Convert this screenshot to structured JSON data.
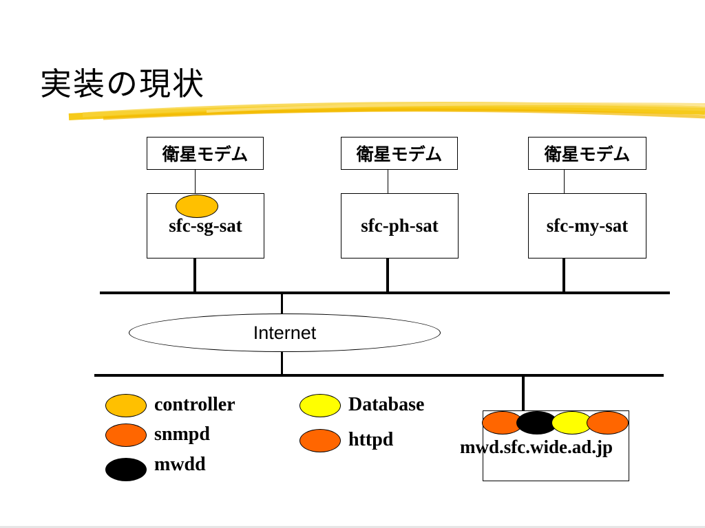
{
  "slide": {
    "title": "実装の現状"
  },
  "modems": [
    {
      "label": "衛星モデム"
    },
    {
      "label": "衛星モデム"
    },
    {
      "label": "衛星モデム"
    }
  ],
  "hosts": [
    {
      "label": "sfc-sg-sat"
    },
    {
      "label": "sfc-ph-sat"
    },
    {
      "label": "sfc-my-sat"
    }
  ],
  "network": {
    "internet_label": "Internet"
  },
  "server": {
    "label": "mwd.sfc.wide.ad.jp"
  },
  "legend": {
    "controller": "controller",
    "snmpd": "snmpd",
    "mwdd": "mwdd",
    "database": "Database",
    "httpd": "httpd"
  },
  "colors": {
    "controller": "#FFC000",
    "snmpd": "#FF6600",
    "mwdd": "#000000",
    "database": "#FFFF00",
    "httpd": "#FF6600",
    "underline": "#F5C400"
  }
}
